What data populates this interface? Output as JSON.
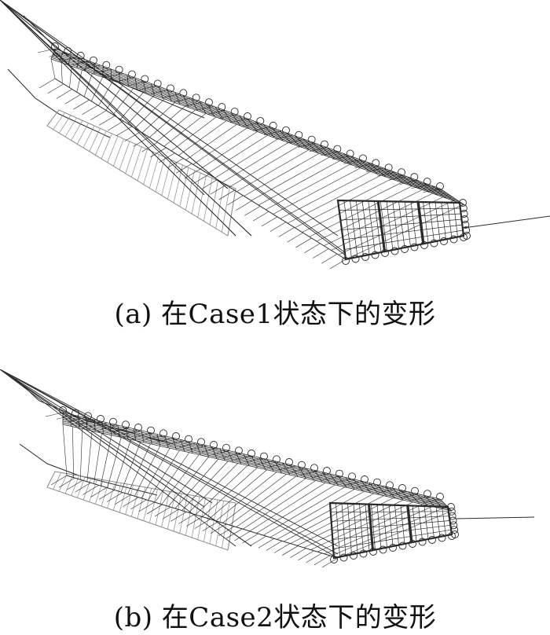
{
  "figure": {
    "panels": [
      {
        "id": "a",
        "caption": "(a) 在Case1状态下的变形"
      },
      {
        "id": "b",
        "caption": "(b) 在Case2状态下的变形"
      }
    ]
  },
  "colors": {
    "mesh": "#2a2a2a",
    "mesh_light": "#8a8a8a",
    "background": "#ffffff"
  }
}
